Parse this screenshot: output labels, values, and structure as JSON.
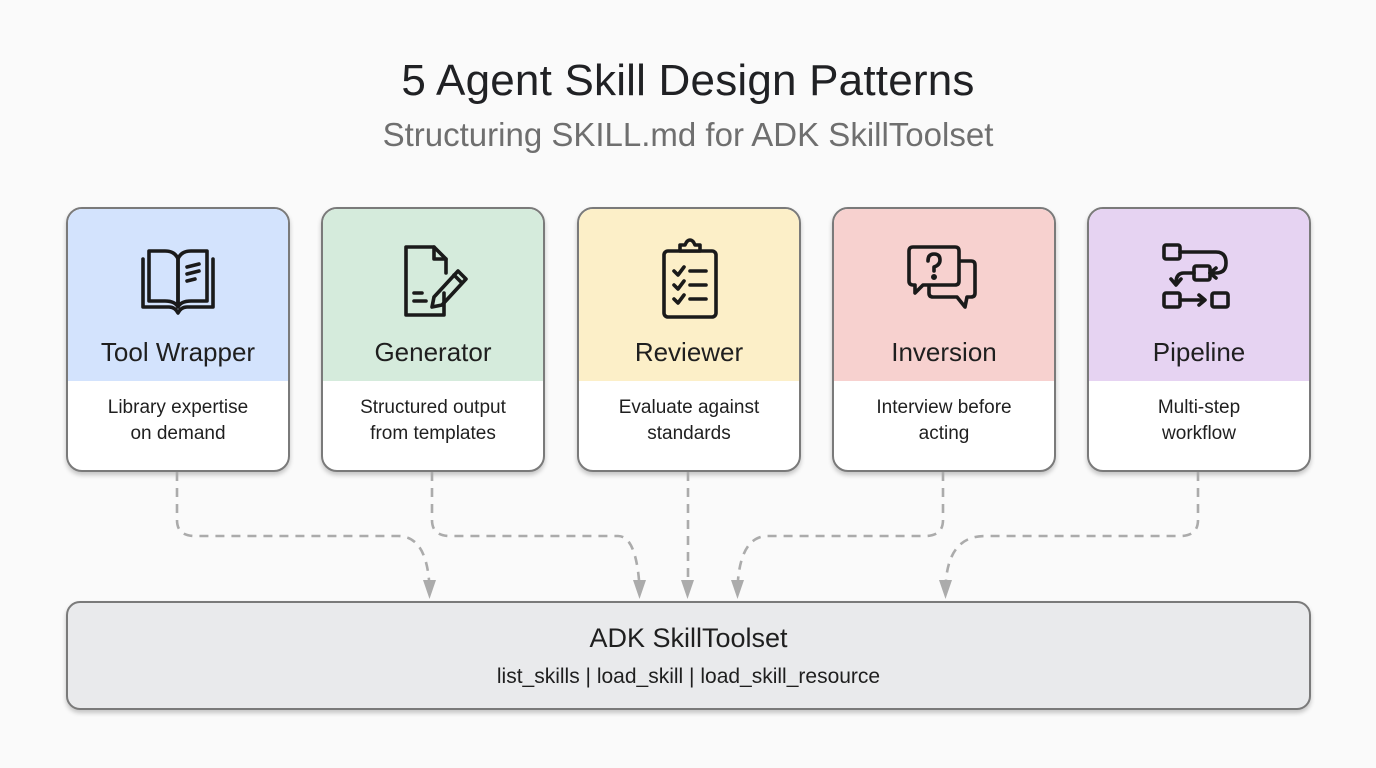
{
  "header": {
    "title": "5 Agent Skill Design Patterns",
    "subtitle": "Structuring SKILL.md for ADK SkillToolset"
  },
  "patterns": [
    {
      "title": "Tool Wrapper",
      "desc_line1": "Library expertise",
      "desc_line2": "on demand",
      "icon": "open-book-icon",
      "color": "#d3e3fd"
    },
    {
      "title": "Generator",
      "desc_line1": "Structured output",
      "desc_line2": "from templates",
      "icon": "document-pencil-icon",
      "color": "#d5ebdc"
    },
    {
      "title": "Reviewer",
      "desc_line1": "Evaluate against",
      "desc_line2": "standards",
      "icon": "clipboard-checklist-icon",
      "color": "#fcefc8"
    },
    {
      "title": "Inversion",
      "desc_line1": "Interview before",
      "desc_line2": "acting",
      "icon": "question-chat-bubbles-icon",
      "color": "#f7d1cf"
    },
    {
      "title": "Pipeline",
      "desc_line1": "Multi-step",
      "desc_line2": "workflow",
      "icon": "workflow-steps-icon",
      "color": "#e6d3f2"
    }
  ],
  "toolset": {
    "title": "ADK SkillToolset",
    "methods": "list_skills | load_skill | load_skill_resource",
    "color": "#e9eaec"
  },
  "connector_color": "#ababab"
}
